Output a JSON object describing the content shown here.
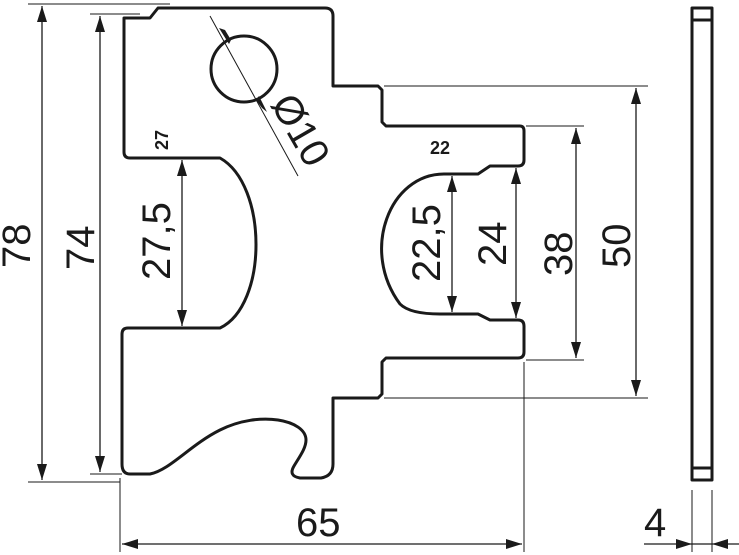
{
  "dimensions": {
    "total_height": "78",
    "inner_height": "74",
    "left_opening": "27,5",
    "right_opening": "22,5",
    "right_slot": "24",
    "right_span": "38",
    "right_total": "50",
    "width": "65",
    "thickness": "4",
    "hole_diameter": "Ø10"
  },
  "markings": {
    "left_gauge": "27",
    "right_gauge": "22"
  },
  "colors": {
    "line": "#1a1a1a",
    "background": "#ffffff"
  }
}
